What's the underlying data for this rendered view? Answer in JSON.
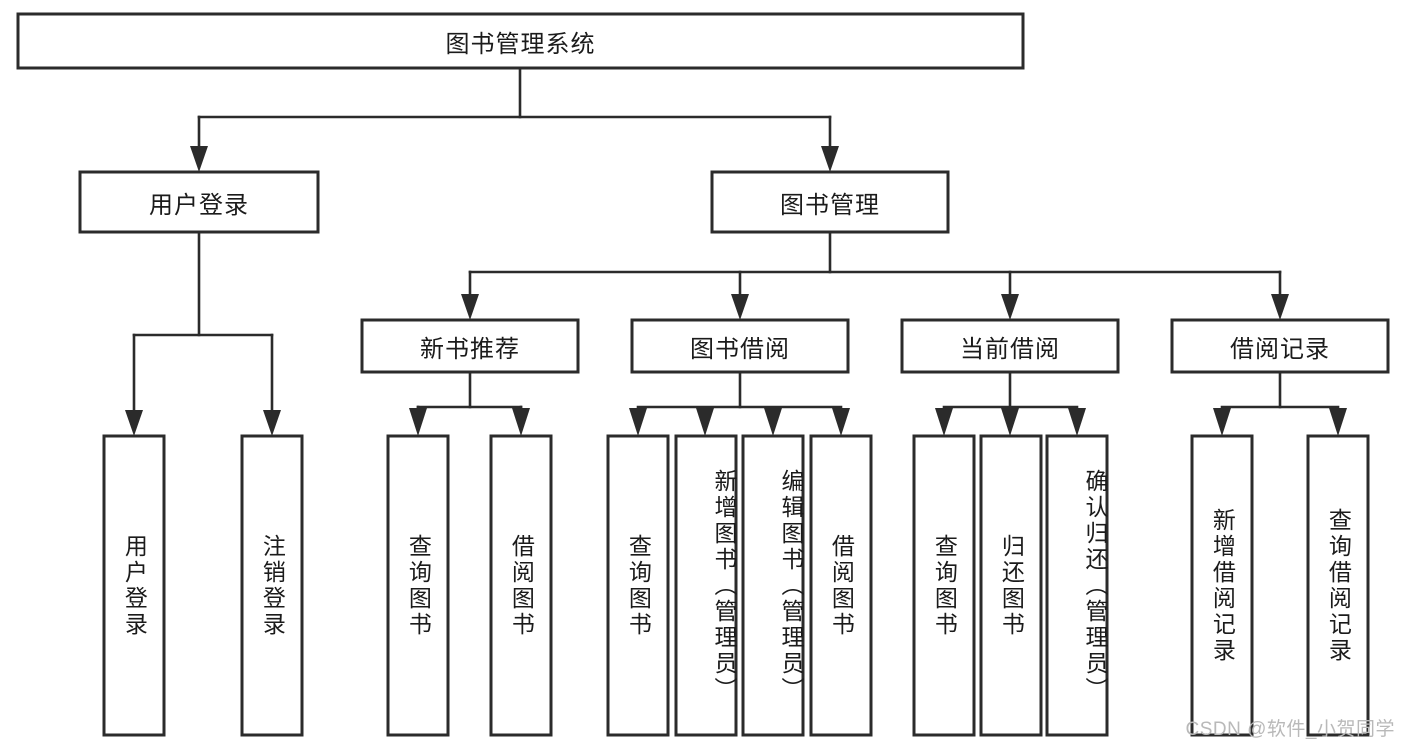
{
  "diagram": {
    "title": "图书管理系统",
    "type": "tree-hierarchy",
    "background_color": "#ffffff",
    "line_color": "#2b2b2b",
    "text_color": "#1b1b1b",
    "root": {
      "id": "root",
      "label": "图书管理系统",
      "orientation": "horizontal"
    },
    "level2": [
      {
        "id": "user-login",
        "label": "用户登录",
        "orientation": "horizontal"
      },
      {
        "id": "book-management",
        "label": "图书管理",
        "orientation": "horizontal"
      }
    ],
    "level3": [
      {
        "id": "new-book-recommend",
        "label": "新书推荐",
        "orientation": "horizontal"
      },
      {
        "id": "book-borrow",
        "label": "图书借阅",
        "orientation": "horizontal"
      },
      {
        "id": "current-borrow",
        "label": "当前借阅",
        "orientation": "horizontal"
      },
      {
        "id": "borrow-record",
        "label": "借阅记录",
        "orientation": "horizontal"
      }
    ],
    "leaves": [
      {
        "id": "leaf-user-login",
        "label": "用户登录",
        "parent": "user-login",
        "orientation": "vertical"
      },
      {
        "id": "leaf-user-logout",
        "label": "注销登录",
        "parent": "user-login",
        "orientation": "vertical"
      },
      {
        "id": "leaf-query-book-1",
        "label": "查询图书",
        "parent": "new-book-recommend",
        "orientation": "vertical"
      },
      {
        "id": "leaf-borrow-book-1",
        "label": "借阅图书",
        "parent": "new-book-recommend",
        "orientation": "vertical"
      },
      {
        "id": "leaf-query-book-2",
        "label": "查询图书",
        "parent": "book-borrow",
        "orientation": "vertical"
      },
      {
        "id": "leaf-add-book",
        "label": "新增图书（管理员）",
        "parent": "book-borrow",
        "orientation": "vertical"
      },
      {
        "id": "leaf-edit-book",
        "label": "编辑图书（管理员）",
        "parent": "book-borrow",
        "orientation": "vertical"
      },
      {
        "id": "leaf-borrow-book-2",
        "label": "借阅图书",
        "parent": "book-borrow",
        "orientation": "vertical"
      },
      {
        "id": "leaf-query-book-3",
        "label": "查询图书",
        "parent": "current-borrow",
        "orientation": "vertical"
      },
      {
        "id": "leaf-return-book",
        "label": "归还图书",
        "parent": "current-borrow",
        "orientation": "vertical"
      },
      {
        "id": "leaf-confirm-return",
        "label": "确认归还（管理员）",
        "parent": "current-borrow",
        "orientation": "vertical"
      },
      {
        "id": "leaf-add-record",
        "label": "新增借阅记录",
        "parent": "borrow-record",
        "orientation": "vertical"
      },
      {
        "id": "leaf-query-record",
        "label": "查询借阅记录",
        "parent": "borrow-record",
        "orientation": "vertical"
      }
    ]
  },
  "watermark": {
    "text": "CSDN @软件_小贺同学"
  }
}
